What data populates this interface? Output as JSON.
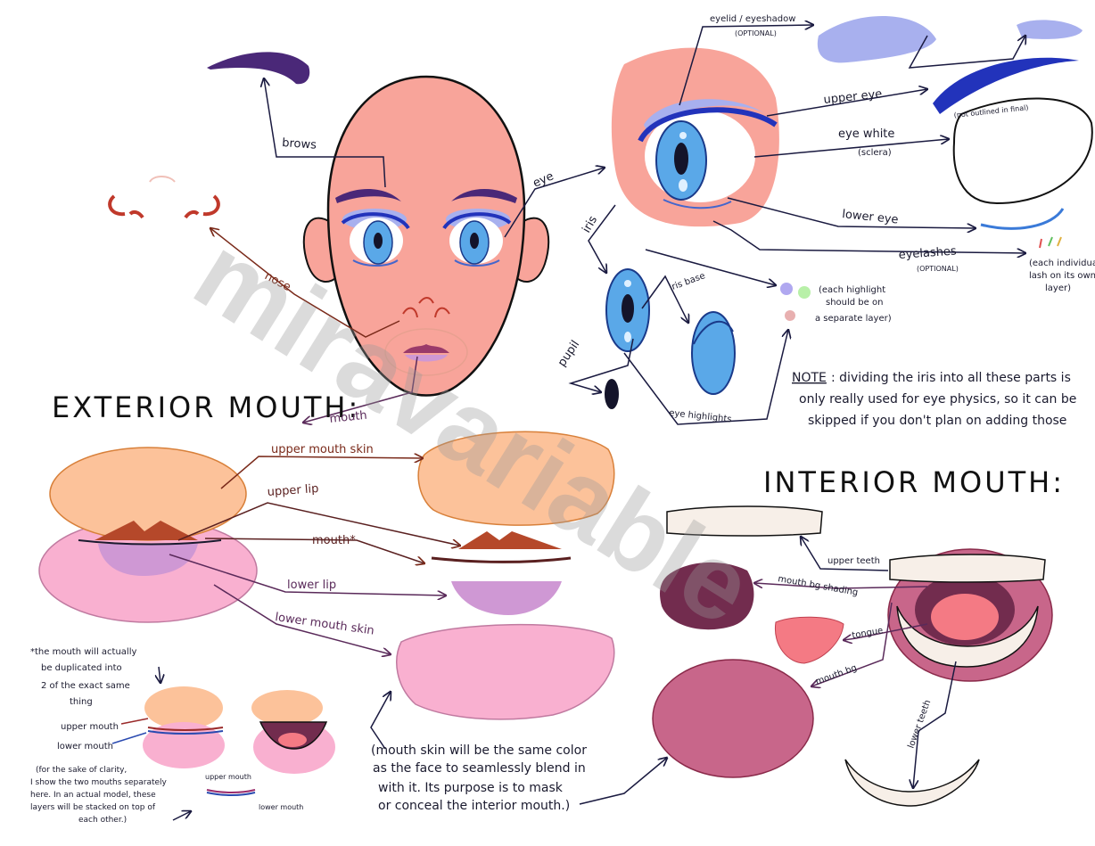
{
  "watermark": "miravariable",
  "headings": {
    "exterior_mouth": "EXTERIOR MOUTH:",
    "interior_mouth": "INTERIOR MOUTH:"
  },
  "labels": {
    "brows": "brows",
    "nose": "nose",
    "eye": "eye",
    "mouth": "mouth",
    "iris": "iris",
    "iris_base": "iris base",
    "pupil": "pupil",
    "eye_highlights": "eye highlights",
    "eyelid": "eyelid / eyeshadow",
    "eyelid_optional": "(OPTIONAL)",
    "upper_eye": "upper eye",
    "not_outlined": "(not outlined in final)",
    "eye_white": "eye white",
    "sclera": "(sclera)",
    "lower_eye": "lower eye",
    "eyelashes": "eyelashes",
    "eyelashes_optional": "(OPTIONAL)",
    "lash_note": [
      "(each individual",
      "lash on its own",
      "layer)"
    ],
    "highlight_note": [
      "(each highlight",
      "should be on",
      "a separate layer)"
    ],
    "upper_mouth_skin": "upper mouth skin",
    "upper_lip": "upper lip",
    "mouth_star": "mouth*",
    "lower_lip": "lower lip",
    "lower_mouth_skin": "lower mouth skin",
    "upper_teeth": "upper teeth",
    "mouth_bg_shading": "mouth bg shading",
    "tongue": "tongue",
    "mouth_bg": "mouth bg",
    "lower_teeth": "lower teeth",
    "upper_mouth": "upper mouth",
    "lower_mouth": "lower mouth",
    "upper_mouth_small": "upper mouth",
    "lower_mouth_small": "lower mouth"
  },
  "notes": {
    "note_title": "NOTE",
    "note_lines": [
      ": dividing the iris into all these parts is",
      "only really used for eye physics, so it can be",
      "skipped if you don't plan on adding those"
    ],
    "star_note": [
      "*the mouth will actually",
      "be duplicated into",
      "2 of the exact same",
      "thing"
    ],
    "clarity_note": [
      "(for the sake of clarity,",
      "I show the two mouths separately",
      "here. In an actual model, these",
      "layers will be stacked on top of",
      "each other.)"
    ],
    "skin_note": [
      "(mouth skin will be the same color",
      "as the face to seamlessly blend in",
      "with it. Its purpose is to mask",
      "or conceal the interior mouth.)"
    ]
  },
  "colors": {
    "skin": "#f8a49a",
    "mouth_skin_upper": "#fcc29a",
    "mouth_skin_lower": "#f9b0d0",
    "lip_upper": "#b5482a",
    "lip_lower": "#cf98d4",
    "brow": "#4a2878",
    "eyeshadow": "#a8b0ee",
    "upper_eye": "#2233bb",
    "iris": "#5aa8e8",
    "mouth_bg_shading": "#722c4e",
    "mouth_bg": "#c8668a",
    "tongue": "#f47a84",
    "teeth": "#f7efe8"
  }
}
